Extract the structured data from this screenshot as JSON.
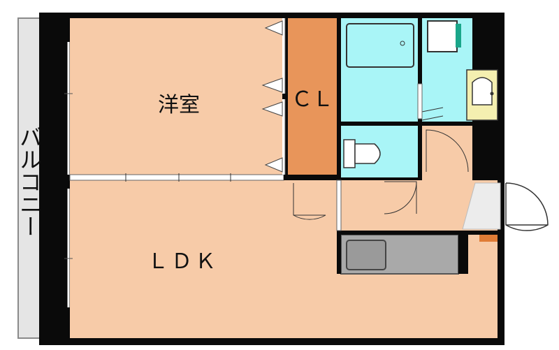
{
  "floor_plan": {
    "rooms": {
      "western_room": {
        "label": "洋室"
      },
      "closet": {
        "label": "ＣＬ"
      },
      "ldk": {
        "label": "ＬＤＫ"
      },
      "balcony": {
        "label": "バルコニー"
      }
    },
    "colors": {
      "wall": "#0a0a0a",
      "room_floor": "#f7cba8",
      "closet_floor": "#e8955a",
      "wet_area": "#a9f5f7",
      "balcony": "#e5e5e5",
      "entrance": "#ececec",
      "kitchen_counter": "#a9a9a9",
      "meter_box": "#e07c36"
    }
  }
}
